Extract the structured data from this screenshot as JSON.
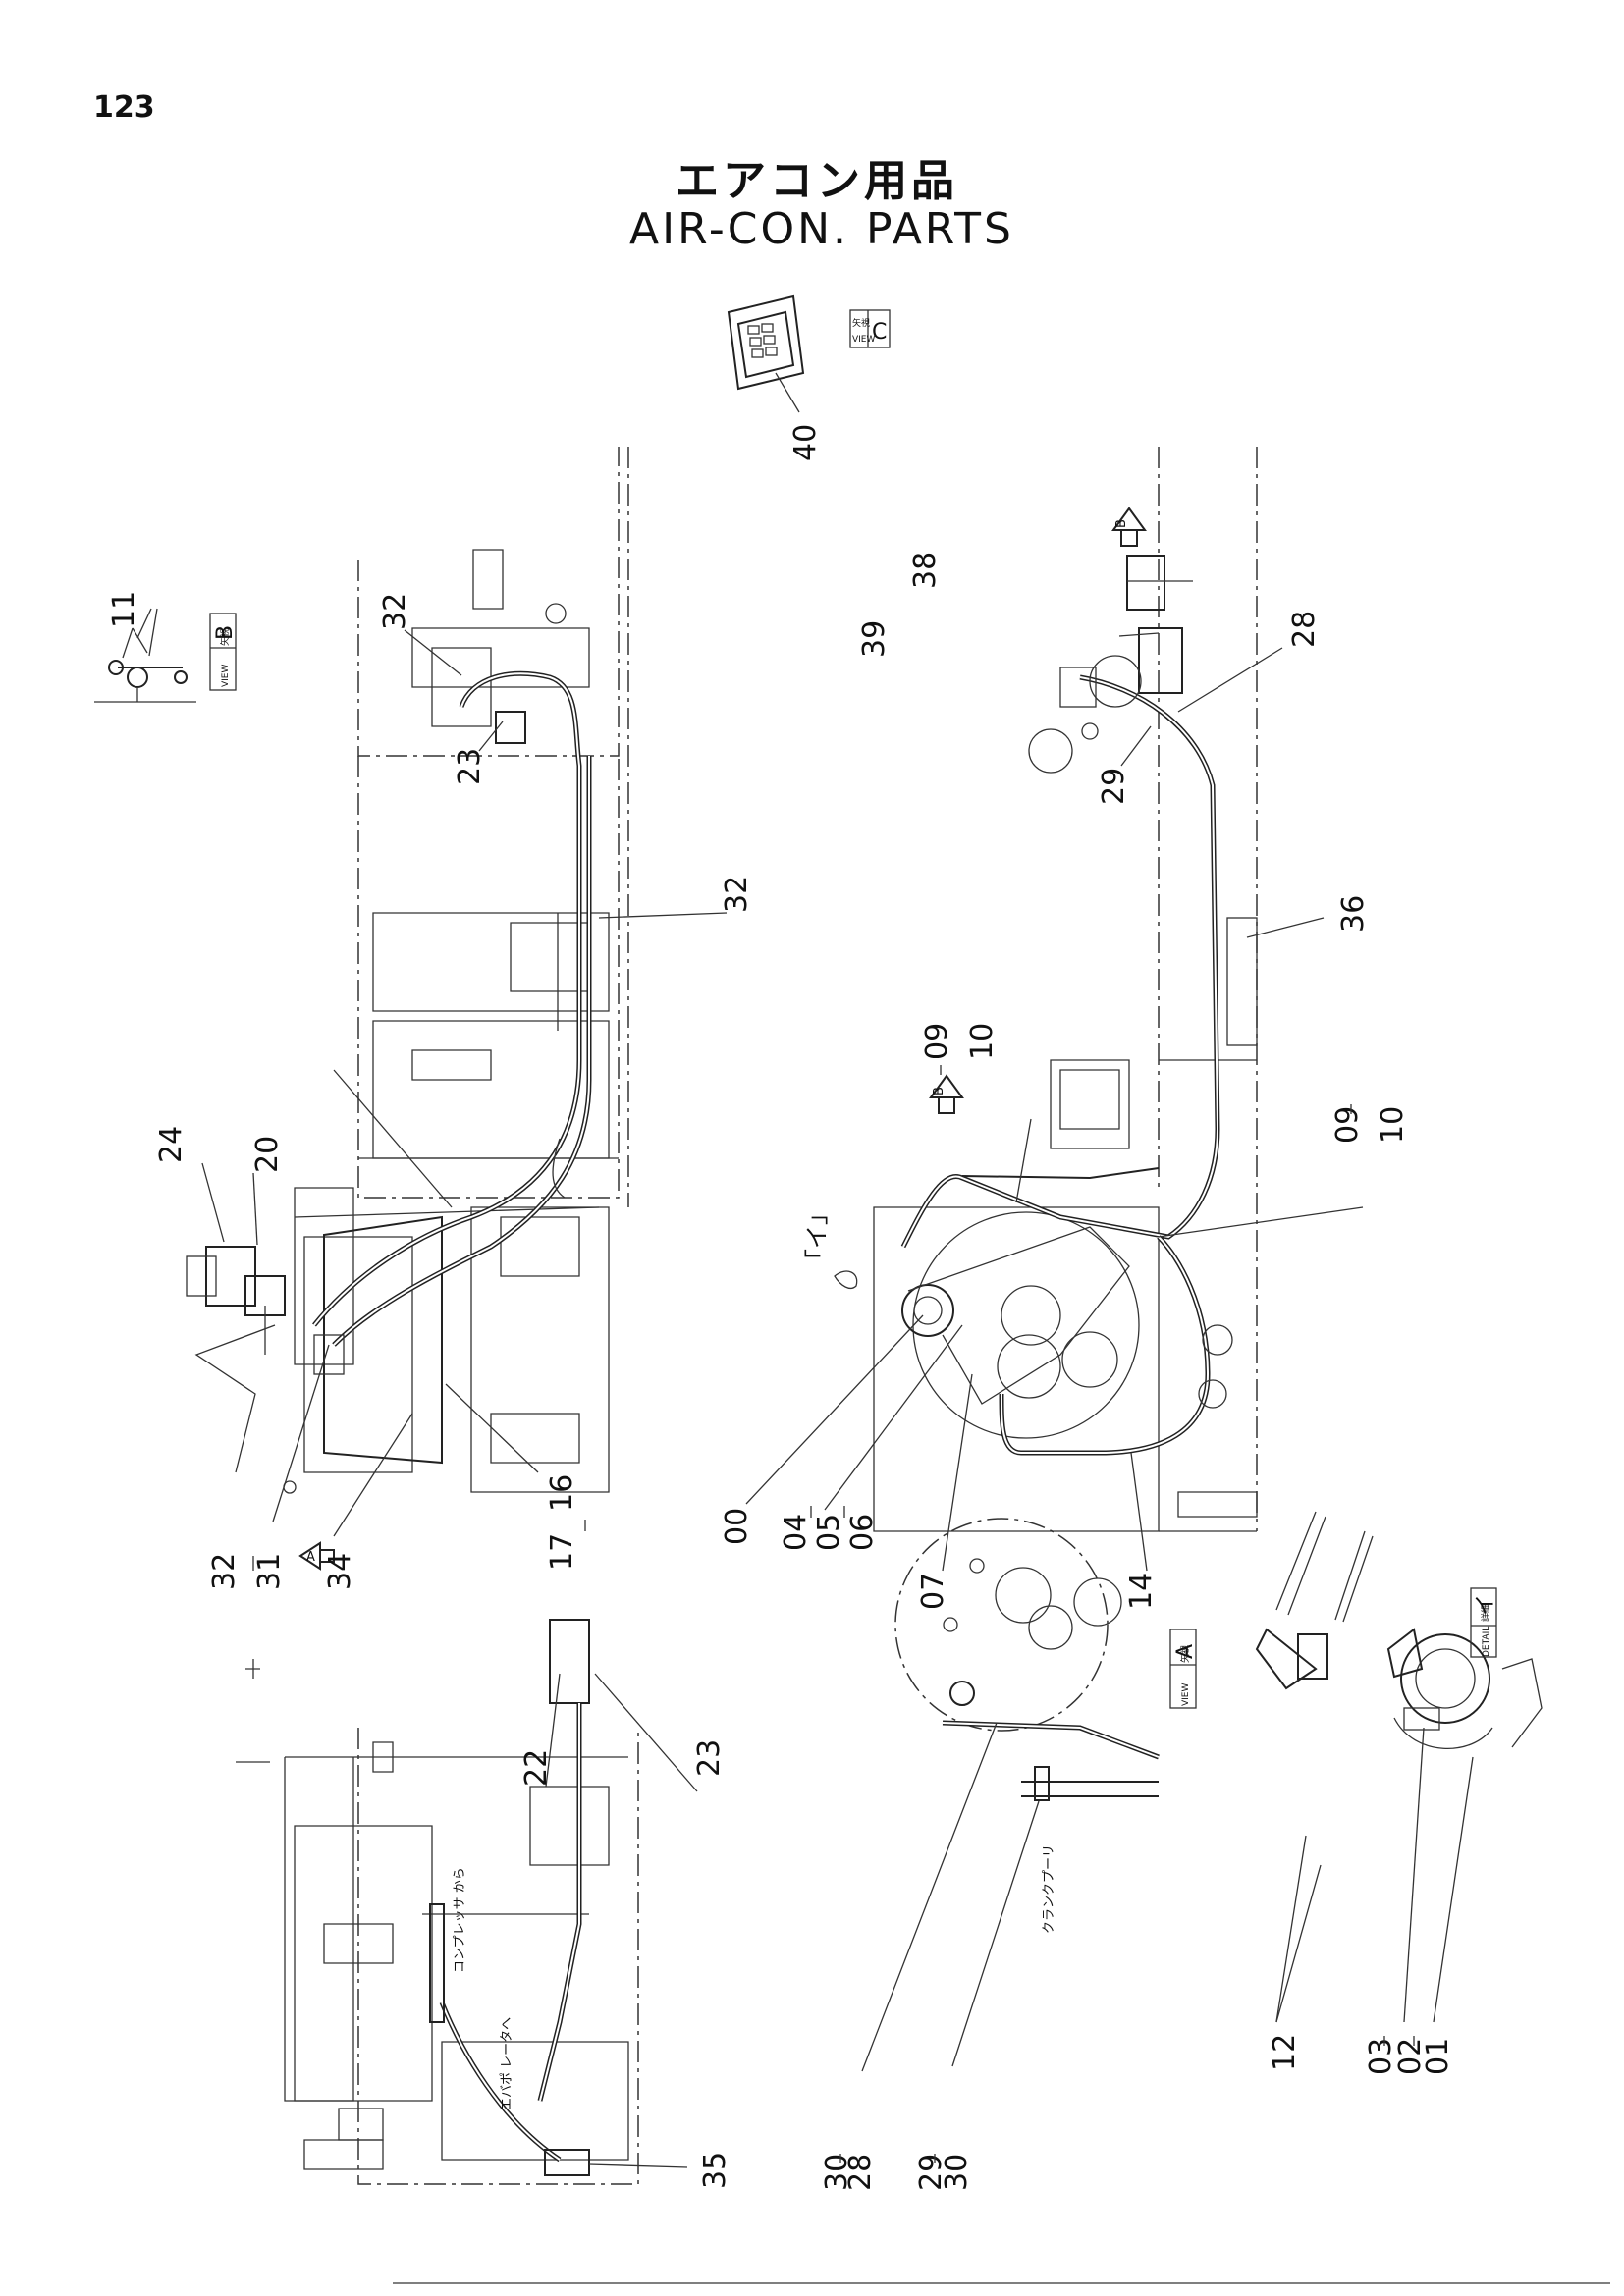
{
  "page_number": "123",
  "title_jp": "エアコン用品",
  "title_en": "AIR-CON. PARTS",
  "views": {
    "a": {
      "prefix": "矢視",
      "word": "VIEW",
      "letter": "A"
    },
    "b": {
      "prefix": "矢視",
      "word": "VIEW",
      "letter": "B"
    },
    "c": {
      "prefix": "矢視",
      "word": "VIEW",
      "letter": "C"
    },
    "detail_i": {
      "prefix": "詳細",
      "word": "DETAIL",
      "letter": "イ"
    }
  },
  "markers": {
    "a": "A",
    "b": "B",
    "i": "「イ」"
  },
  "notes": {
    "compressor": "コンプレッサ から",
    "evaporator": "エバポ レータへ",
    "crank_pulley": "クランクプーリ"
  },
  "callouts": {
    "c40": "40",
    "c11": "11",
    "c32a": "32",
    "c23a": "23",
    "c32b": "32",
    "c24": "24",
    "c20": "20",
    "c32_31_top": "32",
    "c32_31_bottom": "31",
    "c34": "34",
    "c16": "16",
    "c17": "17",
    "c38": "38",
    "c39": "39",
    "c28": "28",
    "c29": "29",
    "c36": "36",
    "c09a": "09",
    "c10a": "10",
    "c09b": "09",
    "c10b": "10",
    "c00": "00",
    "c04": "04",
    "c05": "05",
    "c06": "06",
    "c07": "07",
    "c14": "14",
    "c22": "22",
    "c23b": "23",
    "c35": "35",
    "c30_28_top": "30",
    "c30_28_bottom": "28",
    "c29_30_top": "29",
    "c29_30_bottom": "30",
    "c12": "12",
    "c03": "03",
    "c02": "02",
    "c01": "01"
  }
}
